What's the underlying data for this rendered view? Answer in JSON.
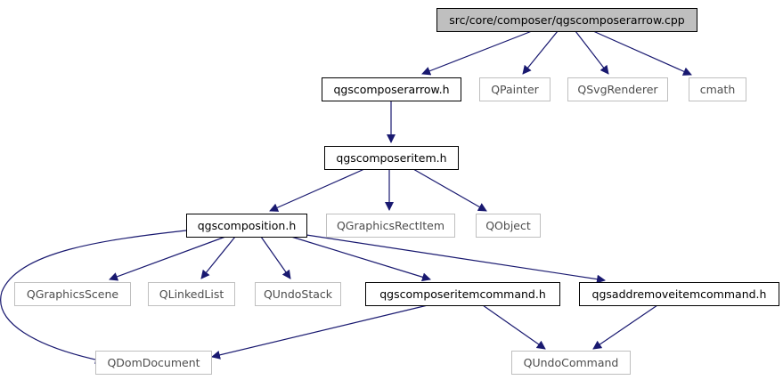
{
  "diagram": {
    "nodes": [
      {
        "id": "root",
        "label": "src/core/composer/qgscomposerarrow.cpp",
        "style": "root"
      },
      {
        "id": "arrowh",
        "label": "qgscomposerarrow.h",
        "style": "file"
      },
      {
        "id": "qpainter",
        "label": "QPainter",
        "style": "ext"
      },
      {
        "id": "qsvg",
        "label": "QSvgRenderer",
        "style": "ext"
      },
      {
        "id": "cmath",
        "label": "cmath",
        "style": "ext"
      },
      {
        "id": "itemh",
        "label": "qgscomposeritem.h",
        "style": "file"
      },
      {
        "id": "compos",
        "label": "qgscomposition.h",
        "style": "file"
      },
      {
        "id": "qgri",
        "label": "QGraphicsRectItem",
        "style": "ext"
      },
      {
        "id": "qobject",
        "label": "QObject",
        "style": "ext"
      },
      {
        "id": "qgscene",
        "label": "QGraphicsScene",
        "style": "ext"
      },
      {
        "id": "qll",
        "label": "QLinkedList",
        "style": "ext"
      },
      {
        "id": "qus",
        "label": "QUndoStack",
        "style": "ext"
      },
      {
        "id": "cmdh",
        "label": "qgscomposeritemcommand.h",
        "style": "file"
      },
      {
        "id": "addrem",
        "label": "qgsaddremoveitemcommand.h",
        "style": "file"
      },
      {
        "id": "qdom",
        "label": "QDomDocument",
        "style": "ext"
      },
      {
        "id": "qundo",
        "label": "QUndoCommand",
        "style": "ext"
      }
    ],
    "edges": [
      {
        "from": "root",
        "to": "arrowh"
      },
      {
        "from": "root",
        "to": "qpainter"
      },
      {
        "from": "root",
        "to": "qsvg"
      },
      {
        "from": "root",
        "to": "cmath"
      },
      {
        "from": "arrowh",
        "to": "itemh"
      },
      {
        "from": "itemh",
        "to": "compos"
      },
      {
        "from": "itemh",
        "to": "qgri"
      },
      {
        "from": "itemh",
        "to": "qobject"
      },
      {
        "from": "compos",
        "to": "qgscene"
      },
      {
        "from": "compos",
        "to": "qll"
      },
      {
        "from": "compos",
        "to": "qus"
      },
      {
        "from": "compos",
        "to": "cmdh"
      },
      {
        "from": "compos",
        "to": "addrem"
      },
      {
        "from": "compos",
        "to": "qdom"
      },
      {
        "from": "cmdh",
        "to": "qdom"
      },
      {
        "from": "cmdh",
        "to": "qundo"
      },
      {
        "from": "addrem",
        "to": "qundo"
      }
    ],
    "colors": {
      "edge": "#191970",
      "root_fill": "#bfbfbf",
      "file_border": "#000000",
      "ext_border": "#bfbfbf",
      "ext_text": "#4d4d4d",
      "text": "#000000"
    }
  }
}
